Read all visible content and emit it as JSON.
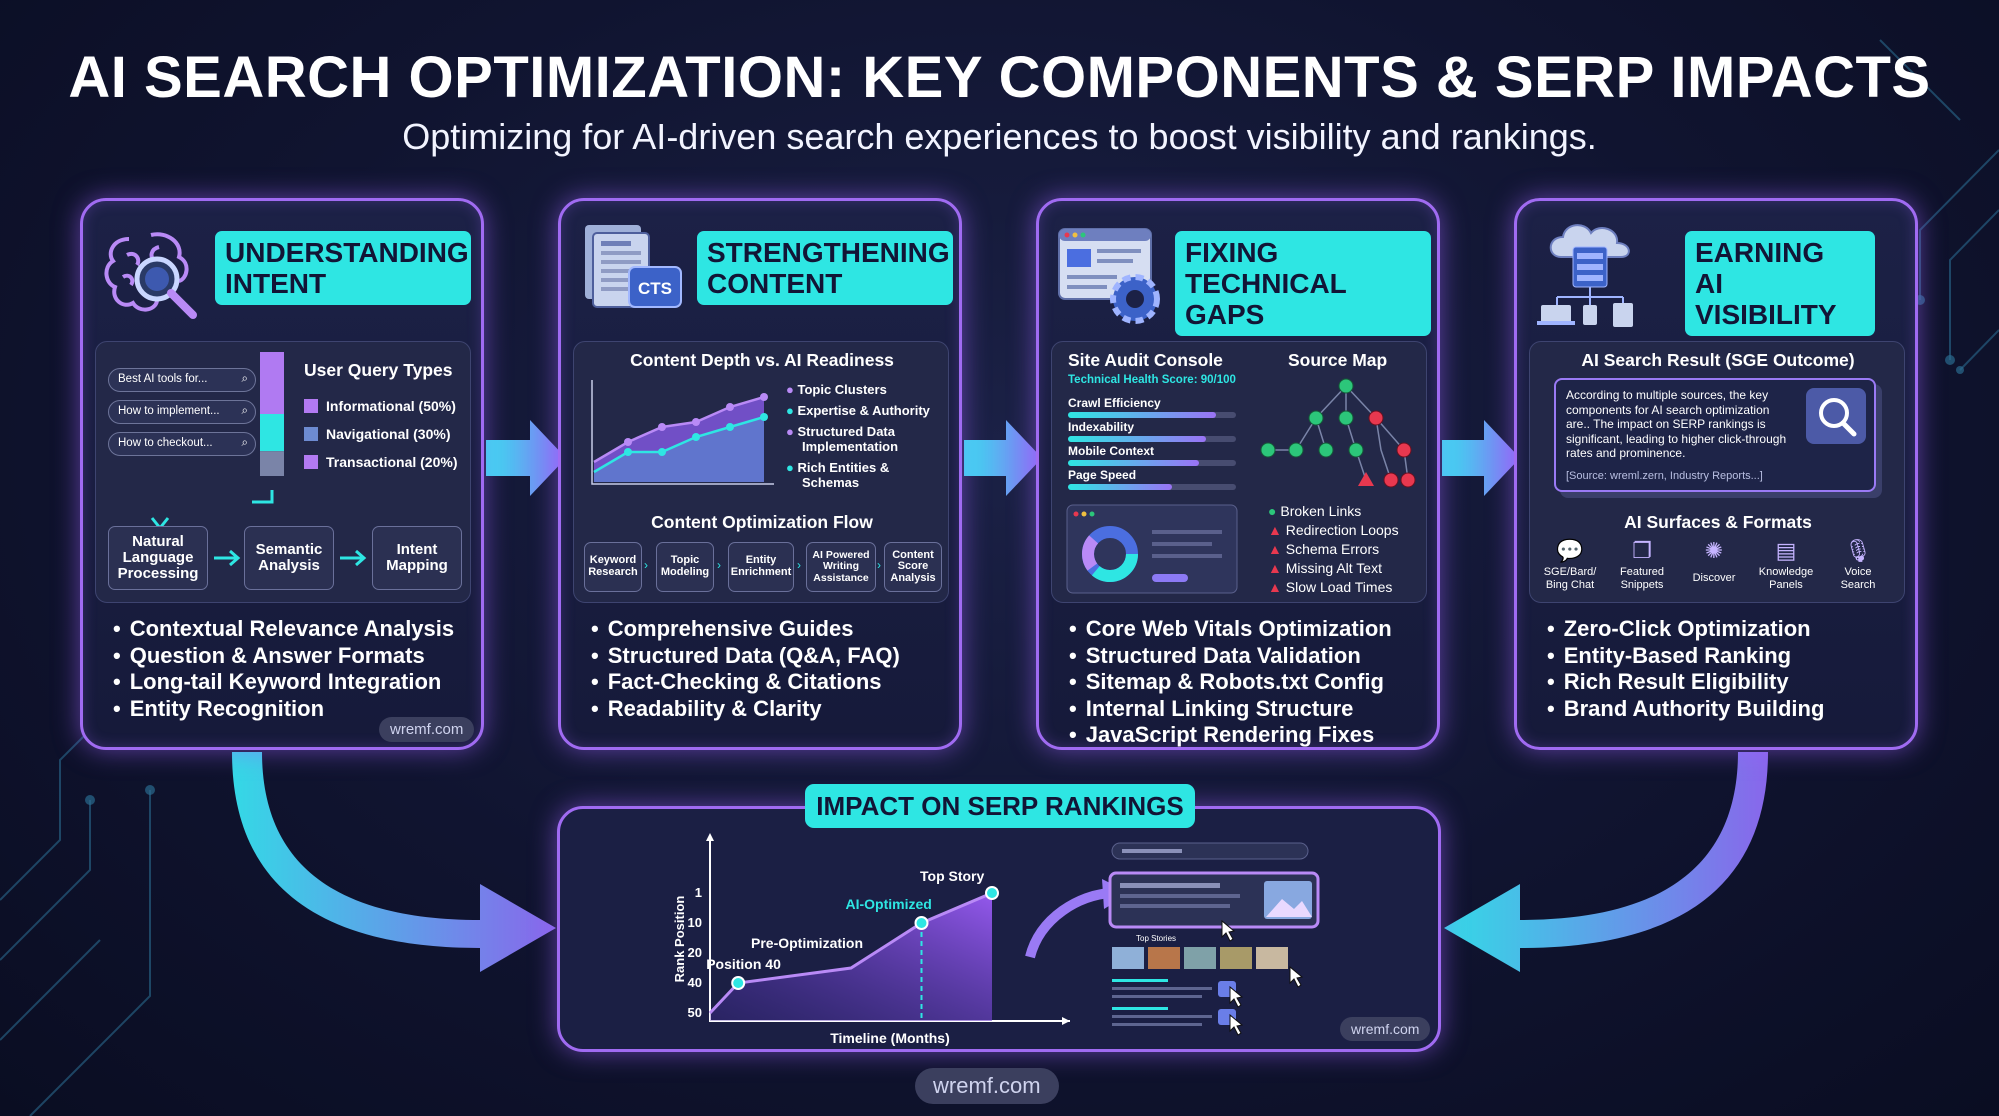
{
  "title": "AI SEARCH OPTIMIZATION: KEY COMPONENTS & SERP IMPACTS",
  "subtitle": "Optimizing for AI-driven search experiences to boost visibility and rankings.",
  "colors": {
    "accent_cyan": "#2ee6e3",
    "accent_purple": "#a06bf2",
    "background": "#101430",
    "error_red": "#e8384f",
    "ok_green": "#2cc67a"
  },
  "watermark": "wremf.com",
  "cards": [
    {
      "header": "UNDERSTANDING\nINTENT",
      "icon": "brain-magnifier-icon",
      "queries": [
        "Best AI tools for...",
        "How to implement...",
        "How to checkout..."
      ],
      "query_types_title": "User Query Types",
      "query_types": [
        {
          "label": "Informational (50%)",
          "value": 50
        },
        {
          "label": "Navigational (30%)",
          "value": 30
        },
        {
          "label": "Transactional (20%)",
          "value": 20
        }
      ],
      "flow": [
        "Natural\nLanguage\nProcessing",
        "Semantic\nAnalysis",
        "Intent\nMapping"
      ],
      "bullets": [
        "Contextual Relevance Analysis",
        "Question & Answer Formats",
        "Long-tail Keyword Integration",
        "Entity Recognition"
      ],
      "watermark": "wremf.com"
    },
    {
      "header": "STRENGTHENING\nCONTENT",
      "icon": "document-cts-icon",
      "icon_text": "CTS",
      "chart_title": "Content Depth vs. AI Readiness",
      "chart_legend": [
        "Topic Clusters",
        "Expertise & Authority",
        "Structured Data\nImplementation",
        "Rich Entities &\nSchemas"
      ],
      "flow_title": "Content Optimization Flow",
      "flow": [
        "Keyword\nResearch",
        "Topic\nModeling",
        "Entity\nEnrichment",
        "AI Powered\nWriting\nAssistance",
        "Content\nScore\nAnalysis"
      ],
      "bullets": [
        "Comprehensive Guides",
        "Structured Data (Q&A, FAQ)",
        "Fact-Checking & Citations",
        "Readability & Clarity"
      ]
    },
    {
      "header": "FIXING\nTECHNICAL GAPS",
      "icon": "monitor-gear-icon",
      "audit_title": "Site Audit Console",
      "health_score": "Technical Health Score: 90/100",
      "audit_bars": [
        {
          "label": "Crawl Efficiency",
          "value": 0.88
        },
        {
          "label": "Indexability",
          "value": 0.82
        },
        {
          "label": "Mobile Context",
          "value": 0.78
        },
        {
          "label": "Page Speed",
          "value": 0.62
        }
      ],
      "source_map_title": "Source Map",
      "issues": [
        {
          "label": "Broken Links",
          "status": "ok"
        },
        {
          "label": "Redirection Loops",
          "status": "warn"
        },
        {
          "label": "Schema Errors",
          "status": "warn"
        },
        {
          "label": "Missing Alt Text",
          "status": "warn"
        },
        {
          "label": "Slow Load Times",
          "status": "warn"
        }
      ],
      "bullets": [
        "Core Web Vitals Optimization",
        "Structured Data Validation",
        "Sitemap & Robots.txt Config",
        "Internal Linking Structure",
        "JavaScript Rendering Fixes"
      ]
    },
    {
      "header": "EARNING\nAI VISIBILITY",
      "icon": "cloud-network-icon",
      "result_title": "AI Search Result (SGE Outcome)",
      "result_text": "According to multiple sources, the key components for AI search optimization are.. The impact on SERP rankings is significant, leading to higher click-through rates and prominence.",
      "result_source": "[Source: wreml.zern, Industry Reports...]",
      "surfaces_title": "AI Surfaces & Formats",
      "surfaces": [
        {
          "label": "SGE/Bard/\nBing Chat",
          "icon": "chat-icon"
        },
        {
          "label": "Featured\nSnippets",
          "icon": "snippet-icon"
        },
        {
          "label": "Discover",
          "icon": "sparkle-icon"
        },
        {
          "label": "Knowledge\nPanels",
          "icon": "panel-icon"
        },
        {
          "label": "Voice\nSearch",
          "icon": "microphone-icon"
        }
      ],
      "bullets": [
        "Zero-Click Optimization",
        "Entity-Based Ranking",
        "Rich Result Eligibility",
        "Brand Authority Building"
      ]
    }
  ],
  "impact": {
    "header": "IMPACT ON SERP RANKINGS",
    "serp_top_stories_label": "Top Stories",
    "watermark": "wremf.com"
  },
  "chart_data": [
    {
      "type": "bar",
      "title": "User Query Types",
      "categories": [
        "Informational",
        "Navigational",
        "Transactional"
      ],
      "values": [
        50,
        30,
        20
      ]
    },
    {
      "type": "area",
      "title": "Content Depth vs. AI Readiness",
      "series": [
        {
          "values": [
            2,
            4,
            5.5,
            6,
            7.5,
            8.5
          ]
        },
        {
          "values": [
            1,
            3,
            3,
            4.5,
            5.5,
            6.5
          ]
        }
      ]
    },
    {
      "type": "area",
      "xlabel": "Timeline (Months)",
      "ylabel": "Rank Position",
      "yticks": [
        1,
        10,
        20,
        40,
        50
      ],
      "annotations": [
        "Position 40",
        "Pre-Optimization",
        "AI-Optimized",
        "Top Story"
      ],
      "points": [
        {
          "t": 0,
          "rank": 50
        },
        {
          "t": 1,
          "rank": 40
        },
        {
          "t": 5,
          "rank": 30
        },
        {
          "t": 7.5,
          "rank": 10
        },
        {
          "t": 10,
          "rank": 1
        }
      ]
    }
  ]
}
